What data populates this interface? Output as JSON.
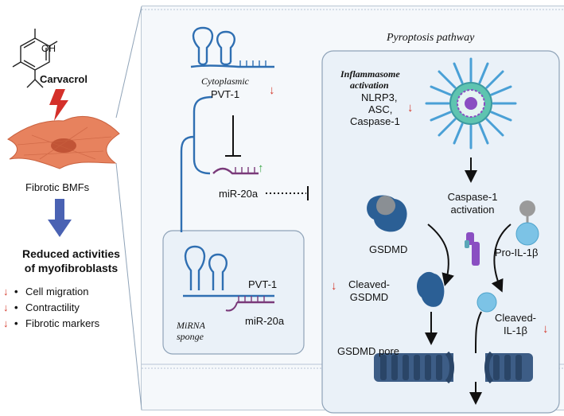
{
  "left": {
    "oh": "OH",
    "carvacrol": "Carvacrol",
    "cell_label": "Fibrotic BMFs",
    "result_line1": "Reduced activities",
    "result_line2": "of myofibroblasts",
    "effects": [
      "Cell migration",
      "Contractility",
      "Fibrotic markers"
    ]
  },
  "middle": {
    "cytoplasmic": "Cytoplasmic",
    "pvt1": "PVT-1",
    "mir20a": "miR-20a",
    "sponge_pvt1": "PVT-1",
    "sponge_mir20a": "miR-20a",
    "sponge_line1": "MiRNA",
    "sponge_line2": "sponge"
  },
  "pathway": {
    "title": "Pyroptosis pathway",
    "inflam_line1": "Inflammasome",
    "inflam_line2": "activation",
    "components": [
      "NLRP3,",
      "ASC,",
      "Caspase-1"
    ],
    "casp_line1": "Caspase-1",
    "casp_line2": "activation",
    "gsdmd": "GSDMD",
    "pro_il": "Pro-IL-1β",
    "cleaved_gsdmd_1": "Cleaved-",
    "cleaved_gsdmd_2": "GSDMD",
    "cleaved_il_1": "Cleaved-",
    "cleaved_il_2": "IL-1β",
    "pore": "GSDMD pore"
  },
  "colors": {
    "panel_border": "#8fa3b8",
    "panel_fill": "#eef3f8",
    "rna_blue": "#2f6fb2",
    "mir_purple": "#7a3a7a",
    "down_arrow": "#d43a2c",
    "up_arrow": "#3ea84a",
    "process_arrow": "#4a62b3",
    "fibroblast": "#e07a56",
    "gsdmd": "#2b5f95",
    "il1b": "#7cc3e6"
  },
  "icons": [
    "lightning-icon",
    "down-arrow-icon",
    "up-arrow-icon",
    "inflammasome-icon",
    "membrane-pore-icon"
  ]
}
